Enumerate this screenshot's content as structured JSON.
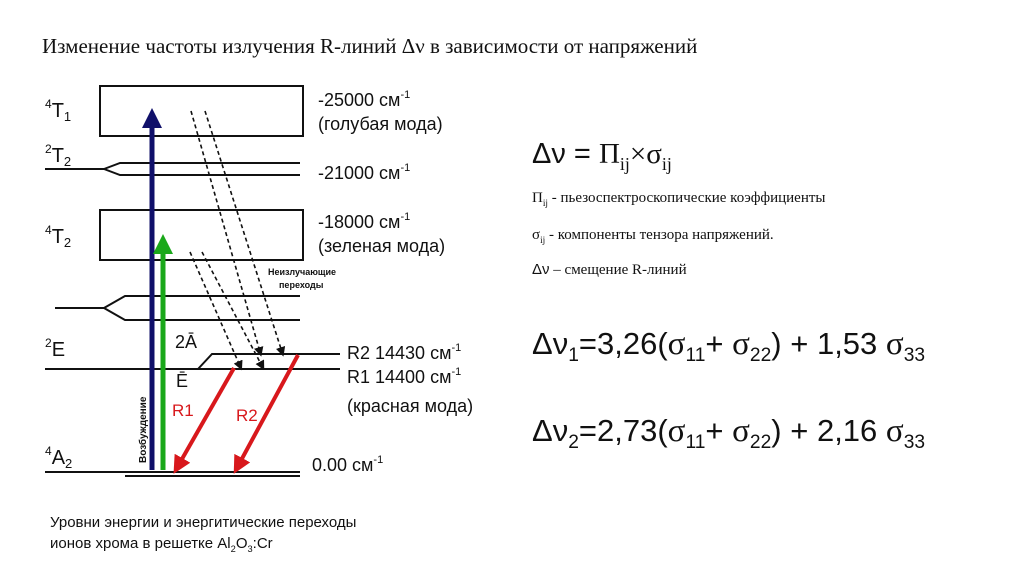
{
  "title": {
    "text": "Изменение частоты излучения R-линий  Δν  в зависимости от напряжений"
  },
  "diagram": {
    "levels": [
      {
        "term": "4",
        "term_sym": "T",
        "term_sub": "1",
        "energy_label": "-25000 см",
        "energy_sup": "-1",
        "mode_label": "(голубая мода)"
      },
      {
        "term": "2",
        "term_sym": "T",
        "term_sub": "2",
        "energy_label": "-21000 см",
        "energy_sup": "-1"
      },
      {
        "term": "4",
        "term_sym": "T",
        "term_sub": "2",
        "energy_label": "-18000 см",
        "energy_sup": "-1",
        "mode_label": "(зеленая мода)"
      },
      {
        "term": "2",
        "term_sym": "E",
        "term_sub": ""
      },
      {
        "term": "4",
        "term_sym": "A",
        "term_sub": "2",
        "energy_label": "0.00 см",
        "energy_sup": "-1"
      }
    ],
    "sublevels": {
      "upper": "2Ā",
      "lower": "Ē"
    },
    "r_lines": {
      "r2": {
        "label": "R2 14430 см",
        "sup": "-1"
      },
      "r1": {
        "label": "R1 14400 см",
        "sup": "-1"
      },
      "mode": "(красная мода)"
    },
    "nonradiative": {
      "line1": "Неизлучающие",
      "line2": "переходы"
    },
    "excitation": "Возбуждение",
    "arrow_r1": "R1",
    "arrow_r2": "R2",
    "colors": {
      "blue_arrow": "#10106a",
      "green_arrow": "#1aa81a",
      "red_arrow": "#d8181c",
      "line": "#111111"
    }
  },
  "formula": {
    "delta_nu": "Δν",
    "eq": " = ",
    "pi": "Π",
    "ij": "ij",
    "times": "×",
    "sigma": "σ"
  },
  "legend": {
    "pi_desc": " - пьезоспектроскопические коэффициенты",
    "sigma_desc": " - компоненты тензора напряжений.",
    "dnu_desc": "  – смещение R-линий",
    "dnu": "Δν"
  },
  "eq1": {
    "lhs": "Δν",
    "lhs_sub": "1",
    "coef1": "=3,26(",
    "s11": "11",
    "plus": "+ ",
    "s22": "22",
    "close": ") + 1,53 ",
    "s33": "33"
  },
  "eq2": {
    "lhs": "Δν",
    "lhs_sub": "2",
    "coef1": "=2,73(",
    "s11": "11",
    "plus": "+ ",
    "s22": "22",
    "close": ") + 2,16 ",
    "s33": "33"
  },
  "caption": {
    "line1": "Уровни энергии и энергитические переходы",
    "line2_a": "ионов хрома в решетке Al",
    "sub2": "2",
    "o": "O",
    "sub3": "3",
    "end": ":Cr"
  }
}
